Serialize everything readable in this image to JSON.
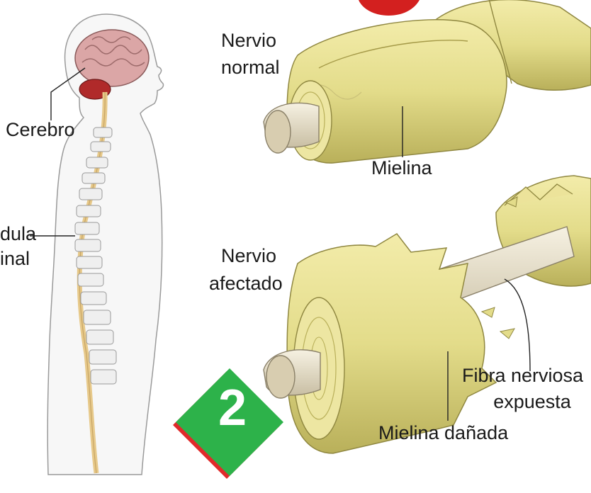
{
  "labels": {
    "cerebro": "Cerebro",
    "medula_line1": "dula",
    "medula_line2": "inal",
    "nervio_normal_line1": "Nervio",
    "nervio_normal_line2": "normal",
    "mielina": "Mielina",
    "nervio_afectado_line1": "Nervio",
    "nervio_afectado_line2": "afectado",
    "fibra_line1": "Fibra nerviosa",
    "fibra_line2": "expuesta",
    "mielina_danada": "Mielina dañada"
  },
  "badge": {
    "number": "2",
    "colors": {
      "green": "#2db24a",
      "red": "#e02a2a"
    }
  },
  "colors": {
    "myelin": "#e3dc8a",
    "myelin_dark": "#b9b05a",
    "axon": "#e6dcc4",
    "brain": "#dba6a6",
    "cerebellum": "#b02a2a"
  }
}
